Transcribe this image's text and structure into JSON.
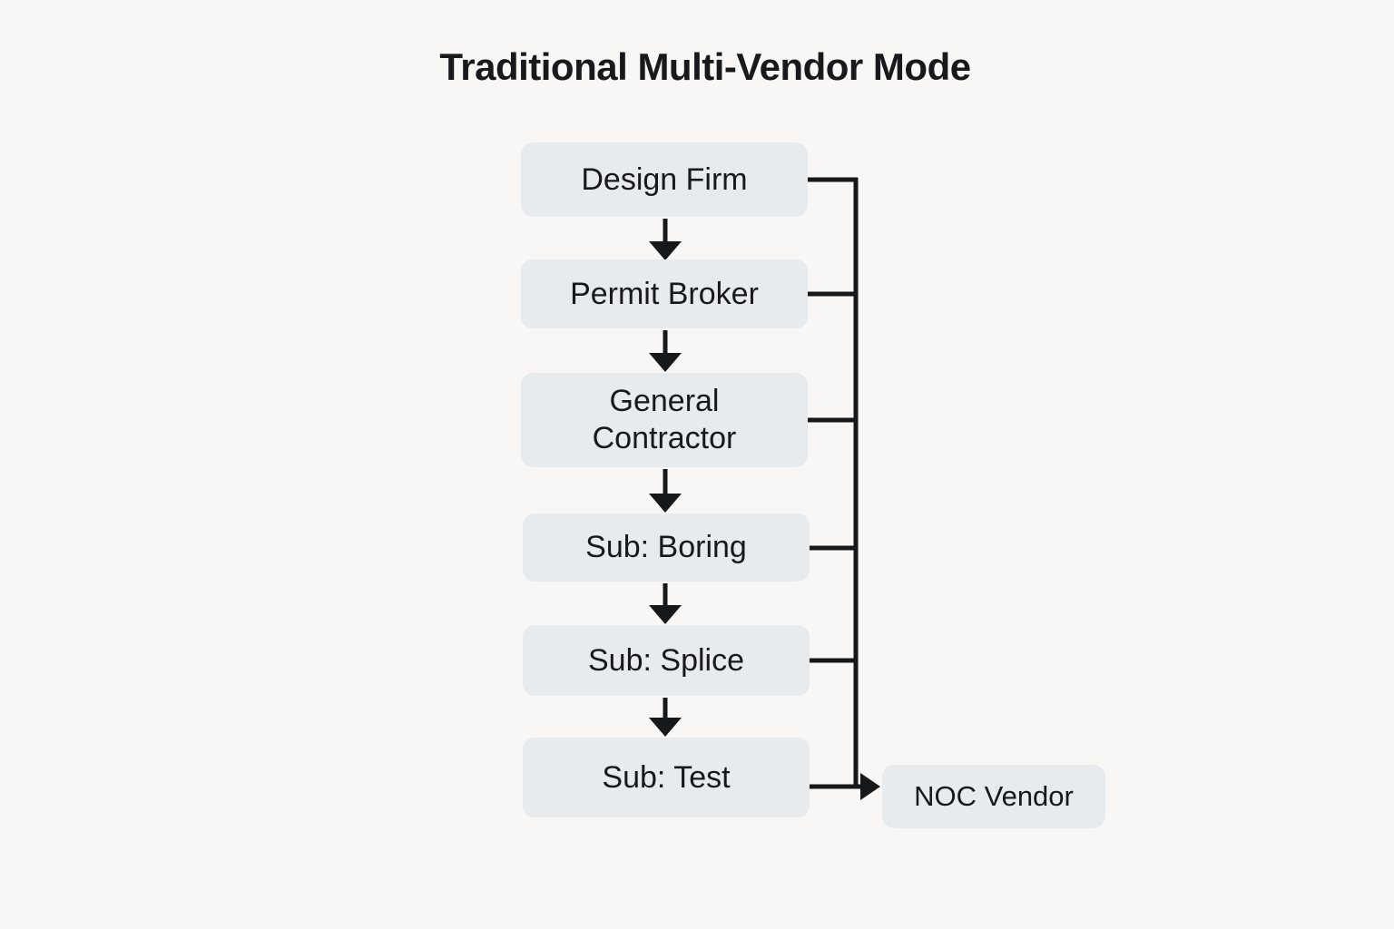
{
  "title": "Traditional Multi-Vendor Mode",
  "colors": {
    "background": "#f8f7f5",
    "node_fill": "#e8ebee",
    "line": "#17181a",
    "text": "#17191c"
  },
  "diagram": {
    "nodes": [
      {
        "id": "design-firm",
        "label": "Design Firm"
      },
      {
        "id": "permit-broker",
        "label": "Permit Broker"
      },
      {
        "id": "general-contractor",
        "label": "General Contractor"
      },
      {
        "id": "sub-boring",
        "label": "Sub: Boring"
      },
      {
        "id": "sub-splice",
        "label": "Sub: Splice"
      },
      {
        "id": "sub-test",
        "label": "Sub: Test"
      }
    ],
    "side_node": {
      "id": "noc-vendor",
      "label": "NOC Vendor"
    },
    "edges": [
      {
        "from": "Design Firm",
        "to": "Permit Broker",
        "type": "arrow-down"
      },
      {
        "from": "Permit Broker",
        "to": "General Contractor",
        "type": "arrow-down"
      },
      {
        "from": "General Contractor",
        "to": "Sub: Boring",
        "type": "arrow-down"
      },
      {
        "from": "Sub: Boring",
        "to": "Sub: Splice",
        "type": "arrow-down"
      },
      {
        "from": "Sub: Splice",
        "to": "Sub: Test",
        "type": "arrow-down"
      },
      {
        "from": "Design Firm",
        "to": "NOC Vendor",
        "type": "branch-to-trunk"
      },
      {
        "from": "Permit Broker",
        "to": "NOC Vendor",
        "type": "branch-to-trunk"
      },
      {
        "from": "General Contractor",
        "to": "NOC Vendor",
        "type": "branch-to-trunk"
      },
      {
        "from": "Sub: Boring",
        "to": "NOC Vendor",
        "type": "branch-to-trunk"
      },
      {
        "from": "Sub: Splice",
        "to": "NOC Vendor",
        "type": "branch-to-trunk"
      },
      {
        "from": "Sub: Test",
        "to": "NOC Vendor",
        "type": "arrow-right"
      }
    ]
  }
}
